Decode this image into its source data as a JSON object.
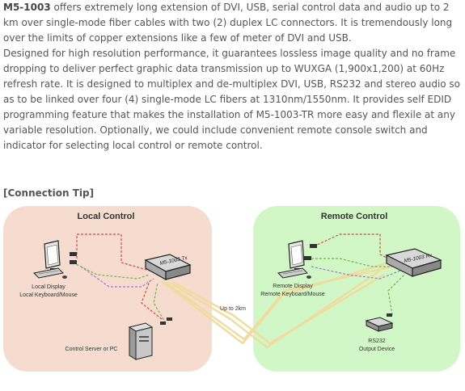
{
  "description": {
    "product_name": "M5-1003",
    "intro_text": " offers extremely long extension of DVI, USB, serial control data and audio up to 2 km over single-mode fiber cables with two (2) duplex LC connectors. It is tremendously long over the limits of copper extensions like a few of meter of DVI and USB.",
    "details_text": "Designed for high resolution performance, it guarantees lossless image quality and no frame dropping to deliver perfect graphic data transmission up to WUXGA (1,900x1,200) at 60Hz refresh rate. It is designed to multiplex and de-multiplex DVI, USB, RS232 and stereo audio so as to be linked over four (4) single-mode LC fibers at 1310nm/1550nm. It provides self EDID programming feature that makes the installation of M5-1003-TR more easy and flexile at any variable resolution. Optionally, we could include convenient remote console switch and indicator for selecting local control or remote control."
  },
  "connection_tip": {
    "heading": "[Connection Tip]"
  },
  "diagram": {
    "local_title": "Local Control",
    "remote_title": "Remote Control",
    "local_display_line1": "Local Display",
    "local_display_line2": "Local Keyboard/Mouse",
    "control_server": "Control Server or PC",
    "distance_label": "Up to 2km",
    "remote_display_line1": "Remote Display",
    "remote_display_line2": "Remote Keyboard/Mouse",
    "rs232_line1": "RS232",
    "rs232_line2": "Output Device",
    "tx_device_label": "M5-1003 Tx",
    "rx_device_label": "M5-1003 Rx",
    "colors": {
      "local_panel": "#f5dccf",
      "remote_panel": "#d2f7c6",
      "fiber": "#f0dca0",
      "cable_red": "#d44a3a",
      "cable_green": "#7ab24a",
      "cable_purple": "#a07ac8"
    }
  }
}
